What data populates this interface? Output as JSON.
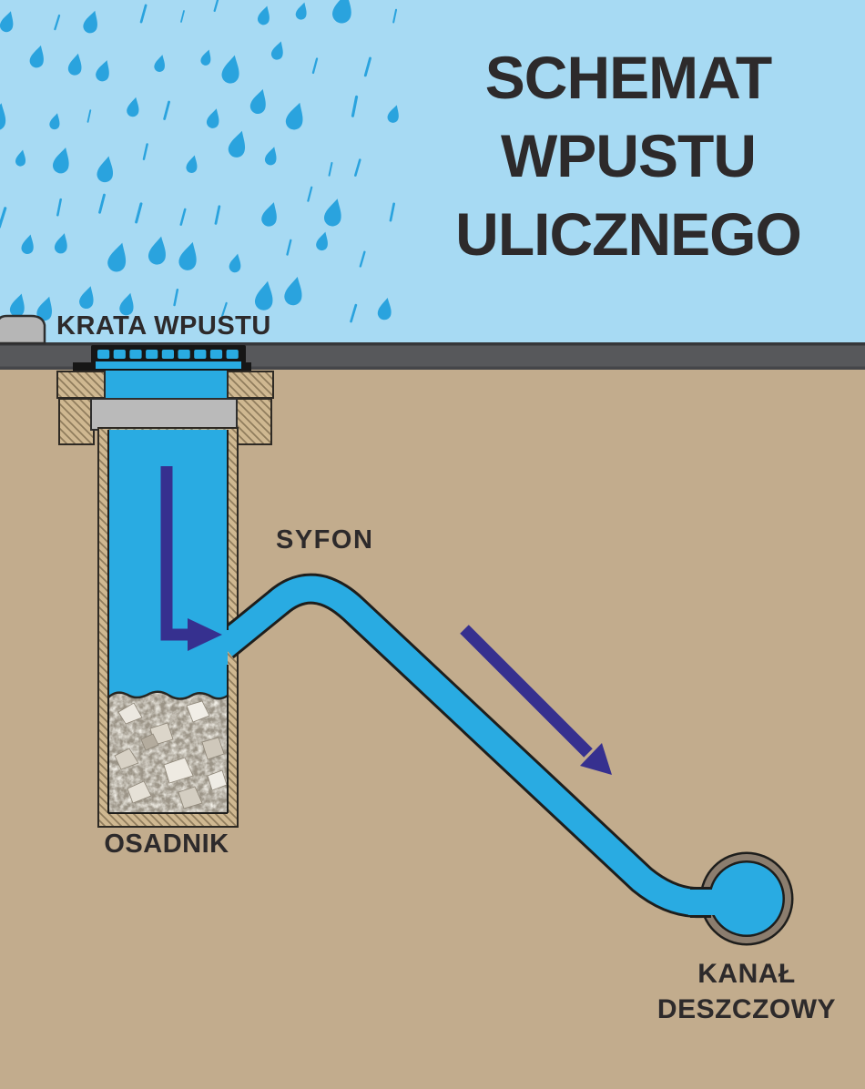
{
  "title_lines": [
    "SCHEMAT",
    "WPUSTU",
    "ULICZNEGO"
  ],
  "labels": {
    "grate": "KRATA WPUSTU",
    "siphon": "SYFON",
    "sump": "OSADNIK",
    "channel_line1": "KANAŁ",
    "channel_line2": "DESZCZOWY"
  },
  "icons": {
    "rain": "raindrop-icon",
    "flow_down": "flow-down-arrow-icon",
    "flow_diagonal": "flow-diagonal-arrow-icon"
  },
  "colors": {
    "sky": "#a7daf3",
    "rain": "#2aa3de",
    "road": "#57585b",
    "roadEdgeTop": "#36373a",
    "roadEdgeBottom": "#45464a",
    "ground": "#c2ac8d",
    "water": "#29abe2",
    "outline": "#1e1e1c",
    "hatchFill": "#cfb891",
    "hatchLine": "#8f7c5c",
    "blockOutline": "#2e2a24",
    "concrete": "#bababa",
    "curb": "#b6b6b6",
    "grate": "#161616",
    "arrow": "#36308f",
    "ring": "#8b7d6e",
    "gravelBase": "#9b9487",
    "ink": "#2d2a2b"
  }
}
